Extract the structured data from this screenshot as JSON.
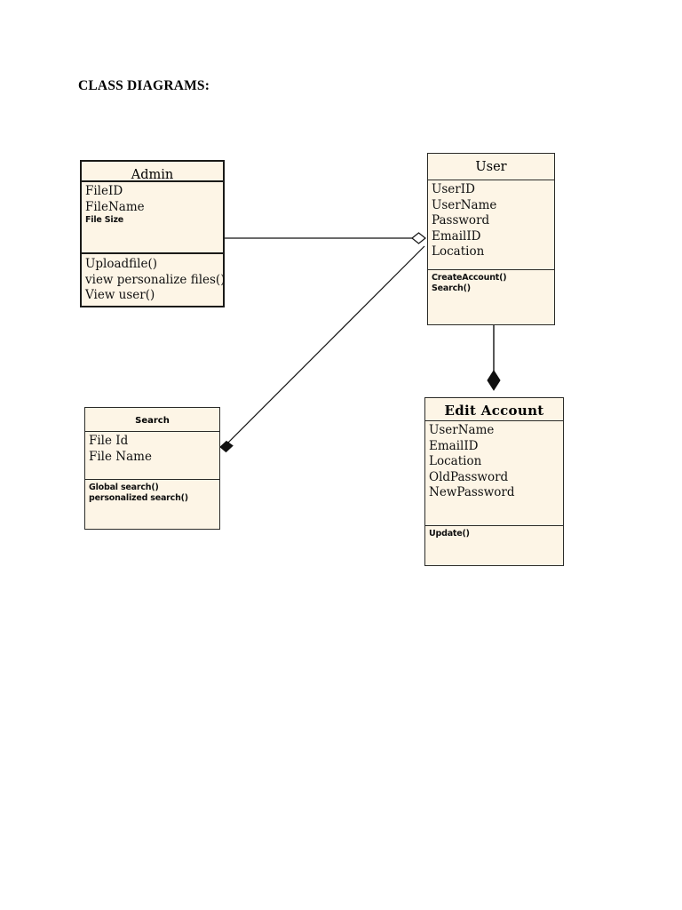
{
  "document": {
    "heading": "CLASS DIAGRAMS:"
  },
  "theme": {
    "class_fill": "#FDF5E6",
    "border_color": "#1A1A18",
    "line_color": "#101010",
    "page_background": "#FFFFFF"
  },
  "diagram": {
    "type": "uml-class-diagram",
    "classes": [
      {
        "id": "admin",
        "name": "Admin",
        "attributes": [
          "FileID",
          "FileName",
          "File Size"
        ],
        "operations": [
          "Uploadfile()",
          "view personalize files()",
          "View user()"
        ]
      },
      {
        "id": "user",
        "name": "User",
        "attributes": [
          "UserID",
          "UserName",
          "Password",
          "EmailID",
          "Location"
        ],
        "operations": [
          "CreateAccount()",
          "Search()"
        ]
      },
      {
        "id": "search",
        "name": "Search",
        "attributes": [
          "File Id",
          "File Name"
        ],
        "operations": [
          "Global search()",
          "personalized search()"
        ]
      },
      {
        "id": "edit-account",
        "name": "Edit Account",
        "attributes": [
          "UserName",
          "EmailID",
          "Location",
          "OldPassword",
          "NewPassword"
        ],
        "operations": [
          "Update()"
        ]
      }
    ],
    "relationships": [
      {
        "id": "admin-user",
        "from": "admin",
        "to": "user",
        "kind": "aggregation",
        "marker": "hollow-diamond",
        "marker_at": "user"
      },
      {
        "id": "search-user",
        "from": "search",
        "to": "user",
        "kind": "composition",
        "marker": "filled-diamond",
        "marker_at": "search"
      },
      {
        "id": "user-edit-account",
        "from": "user",
        "to": "edit-account",
        "kind": "composition",
        "marker": "filled-diamond",
        "marker_at": "edit-account"
      }
    ]
  }
}
